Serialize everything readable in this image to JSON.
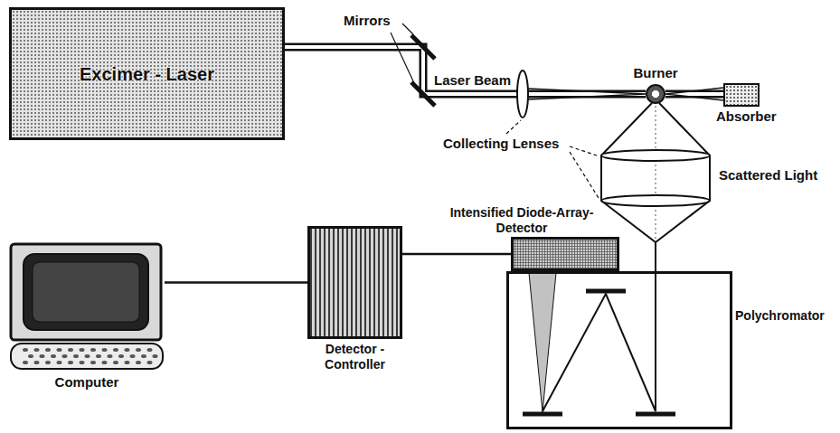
{
  "diagram": {
    "nodes": [
      {
        "text": [
          "Excimer - Laser"
        ]
      },
      {
        "text": [
          "Burner"
        ]
      },
      {
        "text": [
          "Absorber"
        ]
      },
      {
        "text": [
          "Intensified Diode-Array-Detector"
        ]
      },
      {
        "text": [
          "Polychromator"
        ]
      },
      {
        "text": [
          "Detector - Controller"
        ]
      },
      {
        "text": [
          "Computer"
        ]
      }
    ],
    "edges": [
      {
        "from": 0,
        "to": 1,
        "arrow": "none"
      },
      {
        "from": 1,
        "to": 2,
        "arrow": "none"
      },
      {
        "from": 6,
        "to": 5,
        "arrow": "none"
      },
      {
        "from": 5,
        "to": 3,
        "arrow": "none"
      }
    ],
    "labels": [
      "Mirrors",
      "Laser Beam",
      "Collecting Lenses",
      "Scattered Light"
    ]
  }
}
